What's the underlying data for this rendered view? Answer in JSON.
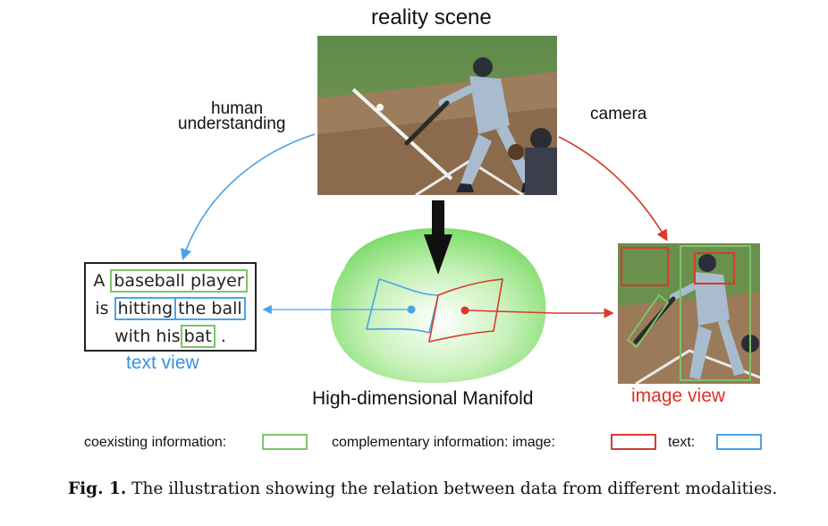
{
  "labels": {
    "reality_scene": "reality scene",
    "human_understanding_1": "human",
    "human_understanding_2": "understanding",
    "camera": "camera",
    "text_view": "text view",
    "image_view": "image view",
    "manifold": "High-dimensional Manifold"
  },
  "text_view_sentence": {
    "line1_a": "A",
    "line1_b": "baseball player",
    "line2_a": "is",
    "line2_b": "hitting",
    "line2_c": "the ball",
    "line3_a": "with his",
    "line3_b": "bat",
    "line3_c": "."
  },
  "legend": {
    "coexisting": "coexisting information:",
    "complementary": "complementary information: image:",
    "text": "text:"
  },
  "caption": {
    "fig_label": "Fig.  1.",
    "text": " The illustration showing the relation between data from different modalities."
  },
  "colors": {
    "coexisting": "#7cc46a",
    "complementary_image": "#d93a2b",
    "complementary_text": "#4aa3e8",
    "text_view_label": "#3a8fe0",
    "image_view_label": "#e0301e"
  },
  "icons": {
    "down_arrow": "thick-down-arrow",
    "scene_photo": "baseball-batter-photo",
    "image_view_photo": "baseball-batter-photo-cropped"
  }
}
